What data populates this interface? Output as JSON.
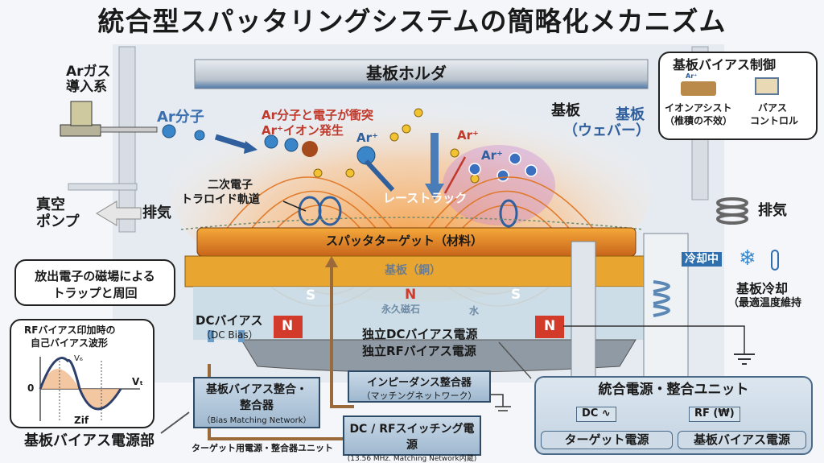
{
  "title": "統合型スパッタリングシステムの簡略化メカニズム",
  "labels": {
    "substrate_holder": "基板ホルダ",
    "ar_gas_line1": "Arガス",
    "ar_gas_line2": "導入系",
    "ar_molecule": "Ar分子",
    "collision_line1": "Ar分子と電子が衝突",
    "collision_line2": "Ar⁺イオン発生",
    "ar_plus_1": "Ar⁺",
    "ar_plus_2": "Ar⁺",
    "ar_plus_3": "Ar⁺",
    "substrate": "基板",
    "wafer_line1": "基板",
    "wafer_line2": "（ウェバー）",
    "secondary_e_line1": "二次電子",
    "secondary_e_line2": "トラロイド軌道",
    "racetrack": "レーストラック",
    "vacuum_line1": "真空",
    "vacuum_line2": "ポンプ",
    "exhaust_left": "排気",
    "exhaust_right": "排気",
    "target": "スパッタターゲット（材料）",
    "copper_base": "基板（銅）",
    "magnet_s_left": "S",
    "magnet_n_center": "N",
    "magnet_s_right": "S",
    "magnet_n_left": "N",
    "magnet_n_right": "N",
    "permanent_magnet": "永久磁石",
    "water": "水",
    "dc_bias": "DCバイアス",
    "dc_bias_en": "（DC Bias）",
    "indep_dc": "独立DCバイアス電源",
    "indep_rf": "独立RFバイアス電源",
    "cooling_badge": "冷却中",
    "substrate_cooling": "基板冷却",
    "substrate_cooling_sub": "（最適温度維持",
    "bias_supply_section": "基板バイアス電源部",
    "target_unit": "ターゲット用電源・整合器ユニット"
  },
  "trap_callout": {
    "line1": "放出電子の磁場による",
    "line2": "トラップと周回"
  },
  "bias_control": {
    "title": "基板バイアス制御",
    "ion_assist_line1": "イオンアシスト",
    "ion_assist_line2": "（椎積の不效）",
    "bias_line1": "バアス",
    "bias_line2": "コントロル",
    "ion_label": "Ar⁺"
  },
  "waveform": {
    "title_line1": "RFバイアス印加時の",
    "title_line2": "自己バイアス波形",
    "vg_label": "V₆",
    "vt_label": "Vₜ",
    "zero_label": "0",
    "x_label": "Zif"
  },
  "boxes": {
    "bias_matching_line1": "基板バイアス整合・",
    "bias_matching_line2": "整合器",
    "bias_matching_en": "（Bias Matching Network）",
    "impedance_line1": "インピーダンス整合器",
    "impedance_line2": "（マッチングネットワーク）",
    "switching_line1": "DC / RFスイッチング電源",
    "switching_line2": "(13.56 MHz. Matching Network内蔵)"
  },
  "integrated_unit": {
    "title": "統合電源・整合ユニット",
    "dc_label": "DC ∿",
    "rf_label": "RF (₩)",
    "target_power": "ターゲット電源",
    "bias_power": "基板バイアス電源"
  },
  "colors": {
    "accent_blue": "#2f5f9c",
    "red_text": "#c0392b",
    "orange": "#e8891c",
    "magnet_red": "#d23a2a"
  }
}
